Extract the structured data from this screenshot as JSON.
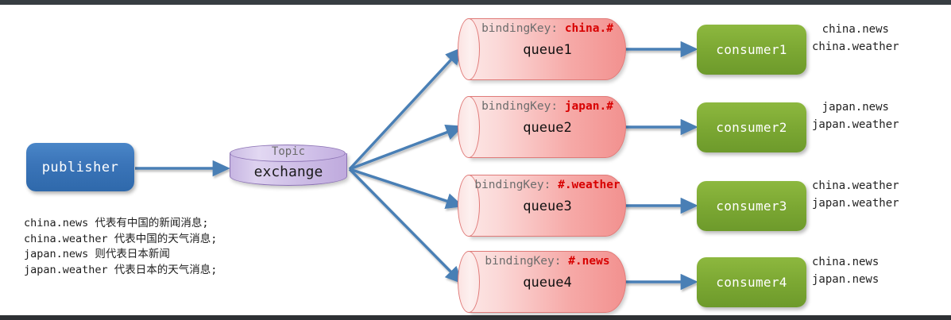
{
  "diagram": {
    "publisher": {
      "label": "publisher"
    },
    "exchange": {
      "type_label": "Topic",
      "label": "exchange"
    },
    "queues": [
      {
        "key_prefix": "bindingKey:",
        "key_value": "china.#",
        "name": "queue1"
      },
      {
        "key_prefix": "bindingKey:",
        "key_value": "japan.#",
        "name": "queue2"
      },
      {
        "key_prefix": "bindingKey:",
        "key_value": "#.weather",
        "name": "queue3"
      },
      {
        "key_prefix": "bindingKey:",
        "key_value": "#.news",
        "name": "queue4"
      }
    ],
    "consumers": [
      {
        "label": "consumer1",
        "routing_keys": [
          "china.news",
          "china.weather"
        ]
      },
      {
        "label": "consumer2",
        "routing_keys": [
          "japan.news",
          "japan.weather"
        ]
      },
      {
        "label": "consumer3",
        "routing_keys": [
          "china.weather",
          "japan.weather"
        ]
      },
      {
        "label": "consumer4",
        "routing_keys": [
          "china.news",
          "japan.news"
        ]
      }
    ],
    "legend": [
      "china.news 代表有中国的新闻消息;",
      "china.weather 代表中国的天气消息;",
      "japan.news 则代表日本新闻",
      "japan.weather 代表日本的天气消息;"
    ],
    "colors": {
      "publisher": "#3a74b8",
      "exchange": "#cdbde6",
      "queue": "#f6a9a7",
      "consumer": "#7ca833",
      "arrow": "#4a7fb5",
      "binding_key": "#d80000",
      "chrome": "#373d42"
    }
  }
}
